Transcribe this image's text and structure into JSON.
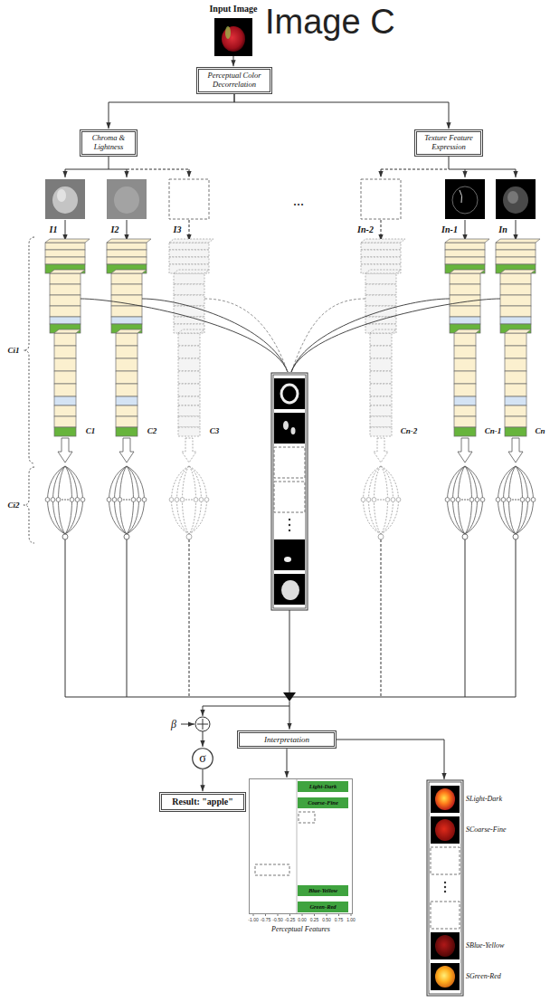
{
  "diagram": {
    "title": "Image C",
    "nodes": [
      {
        "text": [
          "Perceptual Color Decorrelation"
        ]
      },
      {
        "text": [
          "Chroma & Lightness"
        ]
      },
      {
        "text": [
          "Texture Feature Expression"
        ]
      },
      {
        "text": [
          "Interpretation"
        ]
      },
      {
        "text": [
          "σ"
        ]
      },
      {
        "text": [
          "Result: \"apple\""
        ]
      },
      {
        "text": [
          "Perceptual Features"
        ]
      },
      {
        "text": [
          "Light-Dark"
        ],
        "in": 6
      },
      {
        "text": [
          "Coarse-Fine"
        ],
        "in": 6
      },
      {
        "text": [
          "Blue-Yellow"
        ],
        "in": 6
      },
      {
        "text": [
          "Green-Red"
        ],
        "in": 6
      }
    ],
    "edges": [
      {
        "from": 0,
        "to": 1,
        "arrow": "to"
      },
      {
        "from": 0,
        "to": 2,
        "arrow": "to"
      },
      {
        "from": 4,
        "to": 5,
        "arrow": "to"
      },
      {
        "from": 3,
        "to": 6,
        "arrow": "to"
      }
    ],
    "labels": [
      "Input Image",
      "I1",
      "I2",
      "I3",
      "...",
      "In-2",
      "In-1",
      "In",
      "C1",
      "C2",
      "C3",
      "Cn-2",
      "Cn-1",
      "Cn",
      "Ci1",
      "Ci2",
      "β",
      "-1.00",
      "-0.75",
      "-0.50",
      "-0.25",
      "0.00",
      "0.25",
      "0.50",
      "0.75",
      "1.00",
      "SLight-Dark",
      "SCoarse-Fine",
      "SBlue-Yellow",
      "SGreen-Red"
    ]
  }
}
